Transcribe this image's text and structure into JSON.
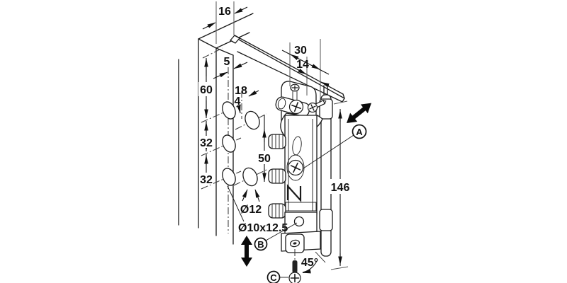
{
  "drawing": {
    "title": "cabinet suspension fitting installation diagram",
    "dims": {
      "panel_thickness": "16",
      "edge_to_axis": "5",
      "top_offset": "60",
      "row_spacing_1": "32",
      "row_spacing_2": "32",
      "hole_offset_h": "18",
      "hole_offset_v": "4",
      "face_hole_spacing": "50",
      "rail_offset_a": "30",
      "rail_offset_b": "14",
      "fitting_length": "146",
      "face_hole_dia": "Ø12",
      "edge_hole_spec": "Ø10x12.5",
      "screw_angle": "45°"
    },
    "callouts": {
      "a": "A",
      "b": "B",
      "c": "C"
    },
    "colors": {
      "line": "#1a1a1a",
      "arrow": "#0a0a0a",
      "background": "#ffffff"
    }
  }
}
